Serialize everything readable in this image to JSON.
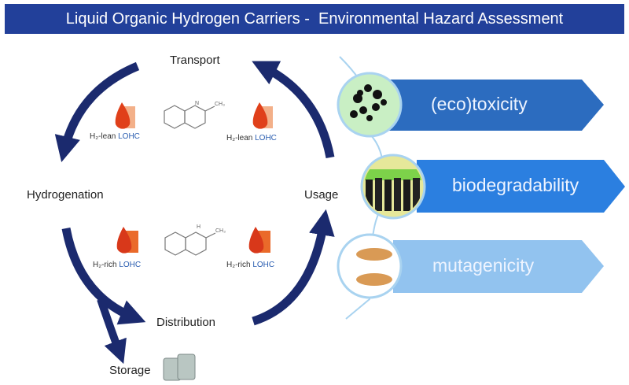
{
  "title": "Liquid Organic Hydrogen Carriers -  Environmental Hazard Assessment",
  "cycle": {
    "steps": [
      "Transport",
      "Hydrogenation",
      "Usage",
      "Distribution",
      "Storage"
    ],
    "carriers": {
      "lean_label_prefix": "H₂-lean",
      "rich_label_prefix": "H₂-rich",
      "suffix": "LOHC"
    },
    "molecules": {
      "lean": {
        "atom": "N",
        "group": "CH₃"
      },
      "rich": {
        "atom": "H",
        "group": "CH₃"
      }
    }
  },
  "assessments": [
    {
      "label": "(eco)toxicity",
      "color": "#2c6cbf"
    },
    {
      "label": "biodegradability",
      "color": "#2b7fe0"
    },
    {
      "label": "mutagenicity",
      "color": "#92c3ef"
    }
  ],
  "colors": {
    "banner": "#22409a",
    "arrows": "#1b2a6e",
    "connector": "#a9d3f0"
  }
}
